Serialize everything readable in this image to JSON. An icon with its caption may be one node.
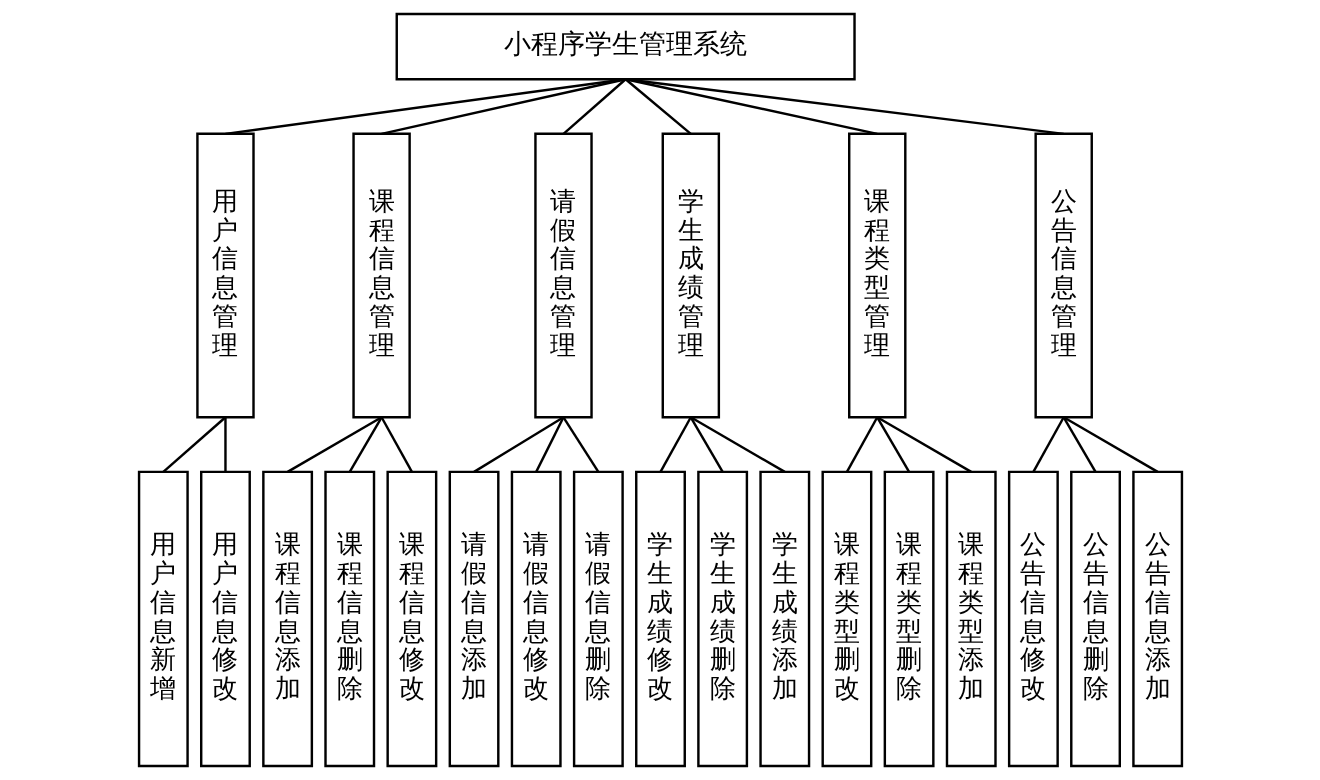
{
  "diagram": {
    "nodes": [
      {
        "text": [
          "小程序学生管理系统"
        ]
      },
      {
        "text": [
          "用户信息管理"
        ]
      },
      {
        "text": [
          "课程信息管理"
        ]
      },
      {
        "text": [
          "请假信息管理"
        ]
      },
      {
        "text": [
          "学生成绩管理"
        ]
      },
      {
        "text": [
          "课程类型管理"
        ]
      },
      {
        "text": [
          "公告信息管理"
        ]
      },
      {
        "text": [
          "用户信息新增"
        ]
      },
      {
        "text": [
          "用户信息修改"
        ]
      },
      {
        "text": [
          "课程信息添加"
        ]
      },
      {
        "text": [
          "课程信息删除"
        ]
      },
      {
        "text": [
          "课程信息修改"
        ]
      },
      {
        "text": [
          "请假信息添加"
        ]
      },
      {
        "text": [
          "请假信息修改"
        ]
      },
      {
        "text": [
          "请假信息删除"
        ]
      },
      {
        "text": [
          "学生成绩修改"
        ]
      },
      {
        "text": [
          "学生成绩删除"
        ]
      },
      {
        "text": [
          "学生成绩添加"
        ]
      },
      {
        "text": [
          "课程类型删改"
        ]
      },
      {
        "text": [
          "课程类型删除"
        ]
      },
      {
        "text": [
          "课程类型添加"
        ]
      },
      {
        "text": [
          "公告信息修改"
        ]
      },
      {
        "text": [
          "公告信息删除"
        ]
      },
      {
        "text": [
          "公告信息添加"
        ]
      }
    ],
    "edges": [
      {
        "from": 0,
        "to": 1,
        "arrow": "none"
      },
      {
        "from": 0,
        "to": 2,
        "arrow": "none"
      },
      {
        "from": 0,
        "to": 3,
        "arrow": "none"
      },
      {
        "from": 0,
        "to": 4,
        "arrow": "none"
      },
      {
        "from": 0,
        "to": 5,
        "arrow": "none"
      },
      {
        "from": 0,
        "to": 6,
        "arrow": "none"
      },
      {
        "from": 1,
        "to": 7,
        "arrow": "none"
      },
      {
        "from": 1,
        "to": 8,
        "arrow": "none"
      },
      {
        "from": 2,
        "to": 9,
        "arrow": "none"
      },
      {
        "from": 2,
        "to": 10,
        "arrow": "none"
      },
      {
        "from": 2,
        "to": 11,
        "arrow": "none"
      },
      {
        "from": 3,
        "to": 12,
        "arrow": "none"
      },
      {
        "from": 3,
        "to": 13,
        "arrow": "none"
      },
      {
        "from": 3,
        "to": 14,
        "arrow": "none"
      },
      {
        "from": 4,
        "to": 15,
        "arrow": "none"
      },
      {
        "from": 4,
        "to": 16,
        "arrow": "none"
      },
      {
        "from": 4,
        "to": 17,
        "arrow": "none"
      },
      {
        "from": 5,
        "to": 18,
        "arrow": "none"
      },
      {
        "from": 5,
        "to": 19,
        "arrow": "none"
      },
      {
        "from": 5,
        "to": 20,
        "arrow": "none"
      },
      {
        "from": 6,
        "to": 21,
        "arrow": "none"
      },
      {
        "from": 6,
        "to": 22,
        "arrow": "none"
      },
      {
        "from": 6,
        "to": 23,
        "arrow": "none"
      }
    ]
  }
}
